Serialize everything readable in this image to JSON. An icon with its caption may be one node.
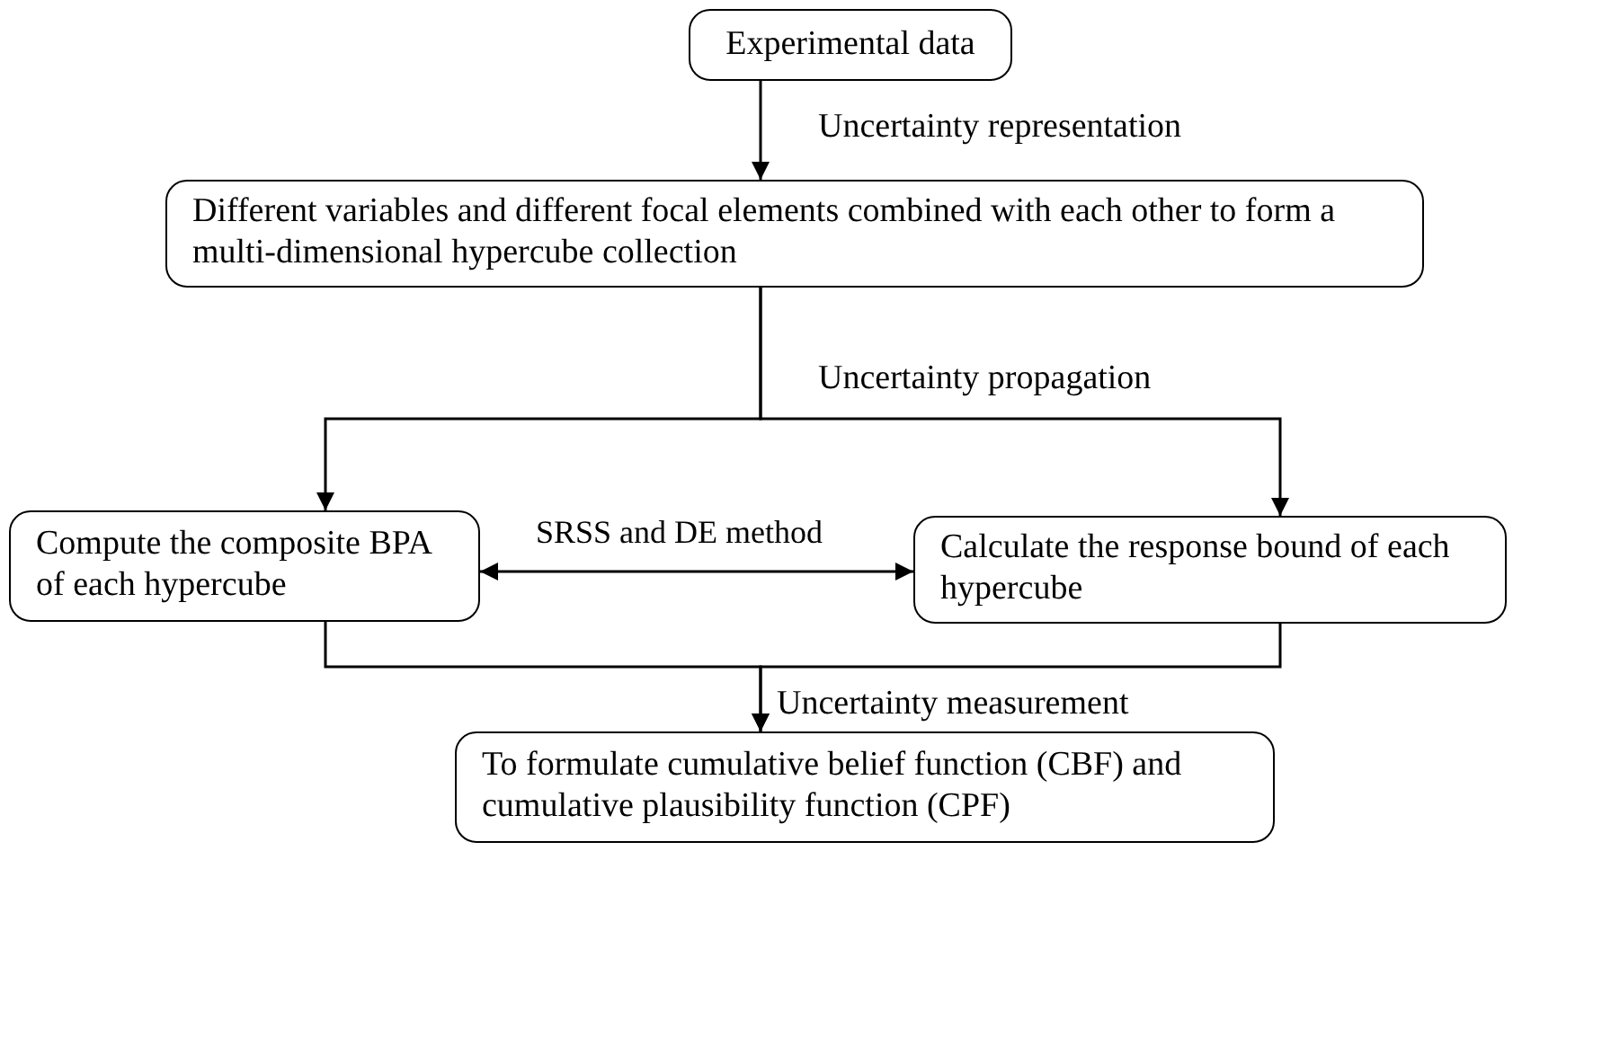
{
  "diagram": {
    "nodes": [
      {
        "text": [
          "Experimental data"
        ]
      },
      {
        "text": [
          "Different variables and different focal elements combined with each other to form a multi-dimensional hypercube collection"
        ]
      },
      {
        "text": [
          "Compute the composite BPA of each hypercube"
        ]
      },
      {
        "text": [
          "Calculate the response bound of each hypercube"
        ]
      },
      {
        "text": [
          "To formulate cumulative belief function (CBF) and cumulative plausibility function (CPF)"
        ]
      }
    ],
    "edges": [
      {
        "from": 0,
        "to": 1,
        "arrow": "to",
        "label": "Uncertainty representation"
      },
      {
        "from": 1,
        "to": 2,
        "arrow": "to",
        "label": "Uncertainty propagation"
      },
      {
        "from": 1,
        "to": 3,
        "arrow": "to"
      },
      {
        "from": 2,
        "to": 3,
        "arrow": "both",
        "label": "SRSS and DE method"
      },
      {
        "from": 2,
        "to": 4,
        "arrow": "to",
        "label": "Uncertainty measurement"
      },
      {
        "from": 3,
        "to": 4,
        "arrow": "to"
      }
    ]
  }
}
